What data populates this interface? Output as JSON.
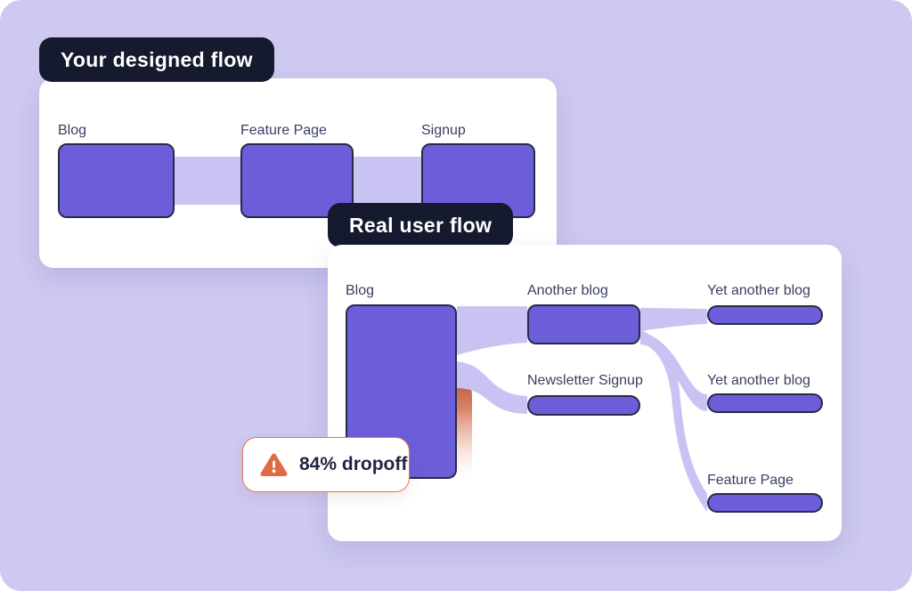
{
  "canvas": {
    "background": "#cdc9f0"
  },
  "designed_flow": {
    "title": "Your designed flow",
    "nodes": [
      {
        "id": "blog",
        "label": "Blog"
      },
      {
        "id": "feature-page",
        "label": "Feature Page"
      },
      {
        "id": "signup",
        "label": "Signup"
      }
    ],
    "flows": [
      {
        "from": "Blog",
        "to": "Feature Page"
      },
      {
        "from": "Feature Page",
        "to": "Signup"
      }
    ]
  },
  "real_flow": {
    "title": "Real user flow",
    "nodes": [
      {
        "id": "blog",
        "label": "Blog"
      },
      {
        "id": "another-blog",
        "label": "Another blog"
      },
      {
        "id": "yet-another-blog-1",
        "label": "Yet another blog"
      },
      {
        "id": "newsletter-signup",
        "label": "Newsletter Signup"
      },
      {
        "id": "yet-another-blog-2",
        "label": "Yet another blog"
      },
      {
        "id": "feature-page",
        "label": "Feature Page"
      }
    ],
    "flows": [
      {
        "from": "Blog",
        "to": "Another blog"
      },
      {
        "from": "Blog",
        "to": "Newsletter Signup"
      },
      {
        "from": "Blog",
        "to": "dropoff"
      },
      {
        "from": "Another blog",
        "to": "Yet another blog"
      },
      {
        "from": "Another blog",
        "to": "Yet another blog (2)"
      },
      {
        "from": "Another blog",
        "to": "Feature Page"
      }
    ]
  },
  "dropoff_badge": {
    "label": "84% dropoff",
    "icon": "warning-triangle-icon"
  },
  "colors": {
    "background": "#cdc9f0",
    "node_fill": "#6c5ed9",
    "node_border": "#272b47",
    "ribbon": "#c9c3f3",
    "connector": "#c9c4f4",
    "badge_bg": "#161a2f",
    "badge_text": "#ffffff",
    "label_text": "#383e62",
    "warning_orange": "#e06b42",
    "dropoff_gradient_top": "#b84c29"
  }
}
